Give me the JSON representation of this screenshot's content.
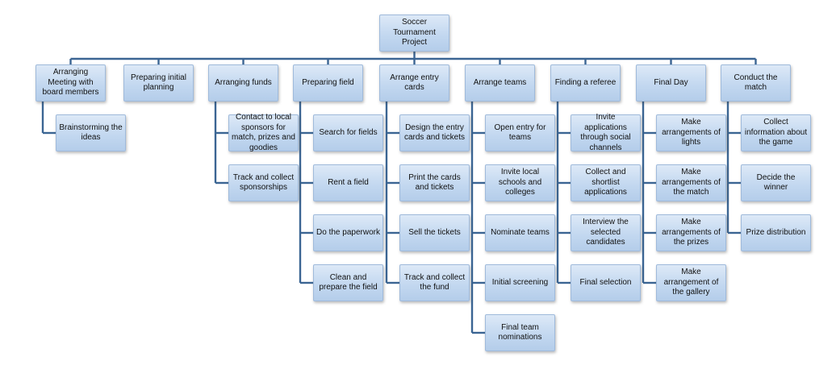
{
  "root": "Soccer Tournament Project",
  "branches": [
    {
      "label": "Arranging Meeting with board members",
      "children": [
        "Brainstorming the ideas"
      ]
    },
    {
      "label": "Preparing initial planning",
      "children": []
    },
    {
      "label": "Arranging funds",
      "children": [
        "Contact to local sponsors for match, prizes and goodies",
        "Track and collect sponsorships"
      ]
    },
    {
      "label": "Preparing field",
      "children": [
        "Search for fields",
        "Rent a field",
        "Do the paperwork",
        "Clean and prepare the field"
      ]
    },
    {
      "label": "Arrange entry cards",
      "children": [
        "Design the entry cards and tickets",
        "Print the cards and tickets",
        "Sell the tickets",
        "Track and collect the fund"
      ]
    },
    {
      "label": "Arrange teams",
      "children": [
        "Open entry for teams",
        "Invite local schools and colleges",
        "Nominate teams",
        "Initial screening",
        "Final team nominations"
      ]
    },
    {
      "label": "Finding a referee",
      "children": [
        "Invite applications through social channels",
        "Collect and shortlist applications",
        "Interview the selected candidates",
        "Final selection"
      ]
    },
    {
      "label": "Final Day",
      "children": [
        "Make arrangements of lights",
        "Make arrangements of the match",
        "Make arrangements of the prizes",
        "Make arrangement of the gallery"
      ]
    },
    {
      "label": "Conduct the match",
      "children": [
        "Collect information about the game",
        "Decide the winner",
        "Prize distribution"
      ]
    }
  ]
}
